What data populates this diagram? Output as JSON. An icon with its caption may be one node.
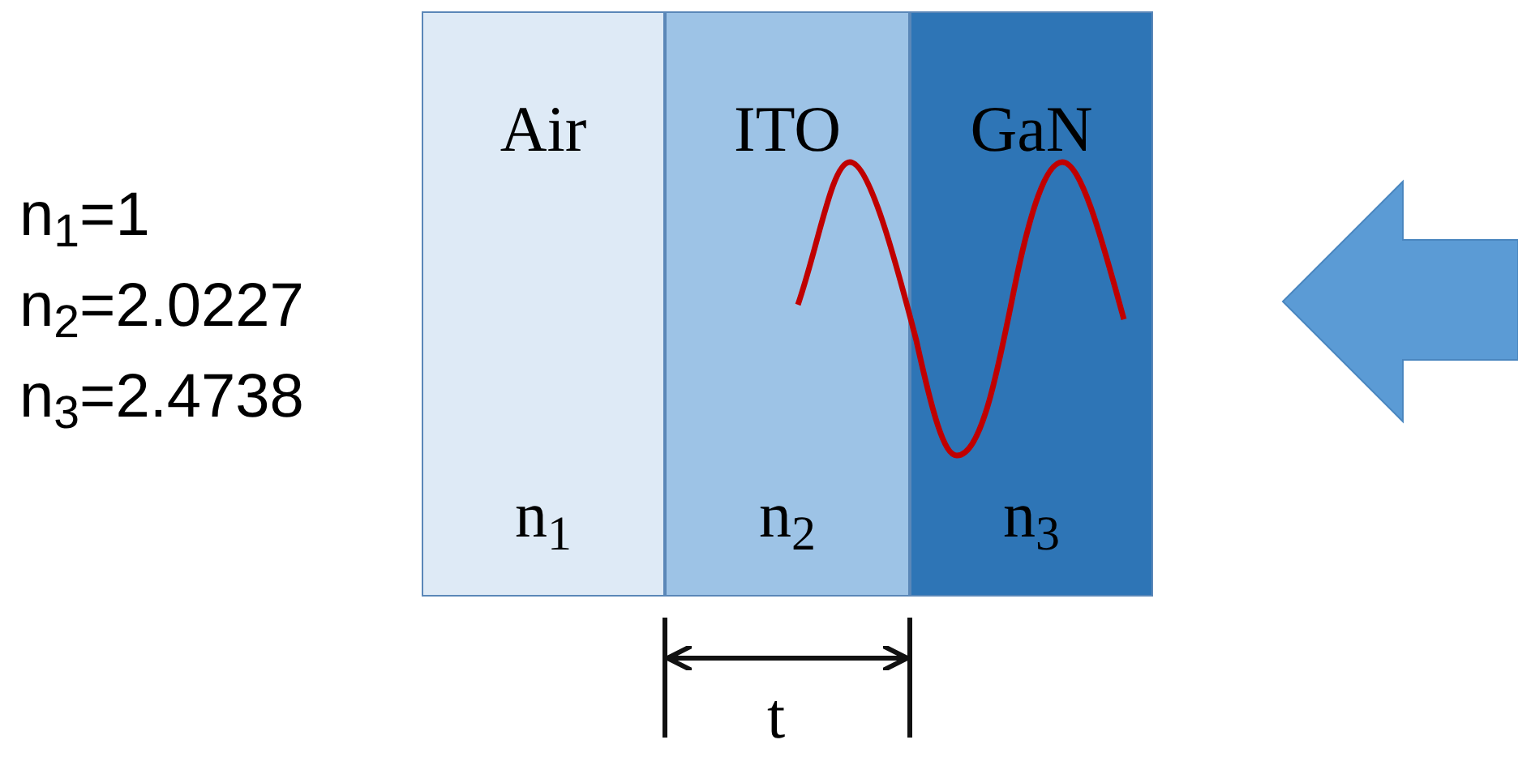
{
  "diagram": {
    "nodes": [
      {
        "text": [
          "Air",
          "n$_{1}$"
        ]
      },
      {
        "text": [
          "ITO",
          "n$_{2}$"
        ]
      },
      {
        "text": [
          "GaN",
          "n$_{3}$"
        ]
      }
    ],
    "edges": [],
    "labels": [
      "n$_{1}$=1",
      "n$_{2}$=2.0227",
      "n$_{3}$=2.4738",
      "t"
    ]
  }
}
